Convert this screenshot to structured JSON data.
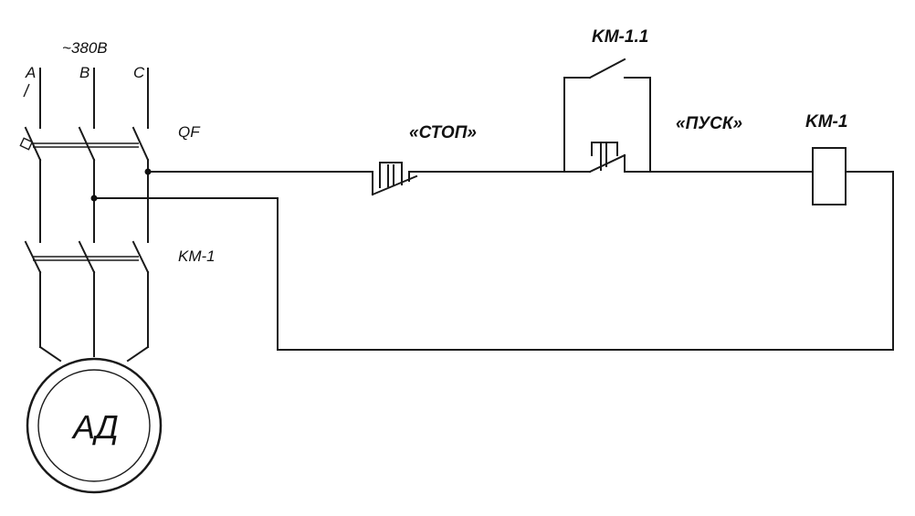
{
  "supply": {
    "voltage": "~380B",
    "phases": [
      "A",
      "B",
      "C"
    ]
  },
  "breaker": {
    "label": "QF"
  },
  "contactor_main": {
    "label": "KM-1"
  },
  "stop_button": {
    "label": "«СТОП»"
  },
  "start_button": {
    "label": "«ПУСК»"
  },
  "holding_contact": {
    "label": "KM-1.1"
  },
  "coil": {
    "label": "KM-1"
  },
  "motor": {
    "label": "АД"
  },
  "colors": {
    "line": "#1a1a1a",
    "background": "#ffffff"
  }
}
